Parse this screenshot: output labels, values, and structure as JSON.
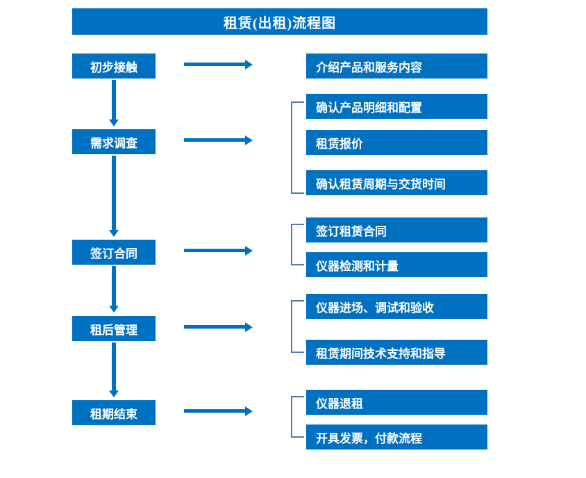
{
  "diagram": {
    "title": "租赁(出租)流程图",
    "colors": {
      "box_fill": "#0070c0",
      "box_text": "#ffffff",
      "arrow": "#0070c0",
      "bracket": "#4a7fb5",
      "background": "#ffffff"
    },
    "stages": [
      {
        "id": "stage-1",
        "label": "初步接触",
        "details": [
          "介绍产品和服务内容"
        ],
        "bracketed": false
      },
      {
        "id": "stage-2",
        "label": "需求调查",
        "details": [
          "确认产品明细和配置",
          "租赁报价",
          "确认租赁周期与交货时间"
        ],
        "bracketed": true
      },
      {
        "id": "stage-3",
        "label": "签订合同",
        "details": [
          "签订租赁合同",
          "仪器检测和计量"
        ],
        "bracketed": true
      },
      {
        "id": "stage-4",
        "label": "租后管理",
        "details": [
          "仪器进场、调试和验收",
          "租赁期间技术支持和指导"
        ],
        "bracketed": true
      },
      {
        "id": "stage-5",
        "label": "租期结束",
        "details": [
          "仪器退租",
          "开具发票，付款流程"
        ],
        "bracketed": true
      }
    ]
  }
}
